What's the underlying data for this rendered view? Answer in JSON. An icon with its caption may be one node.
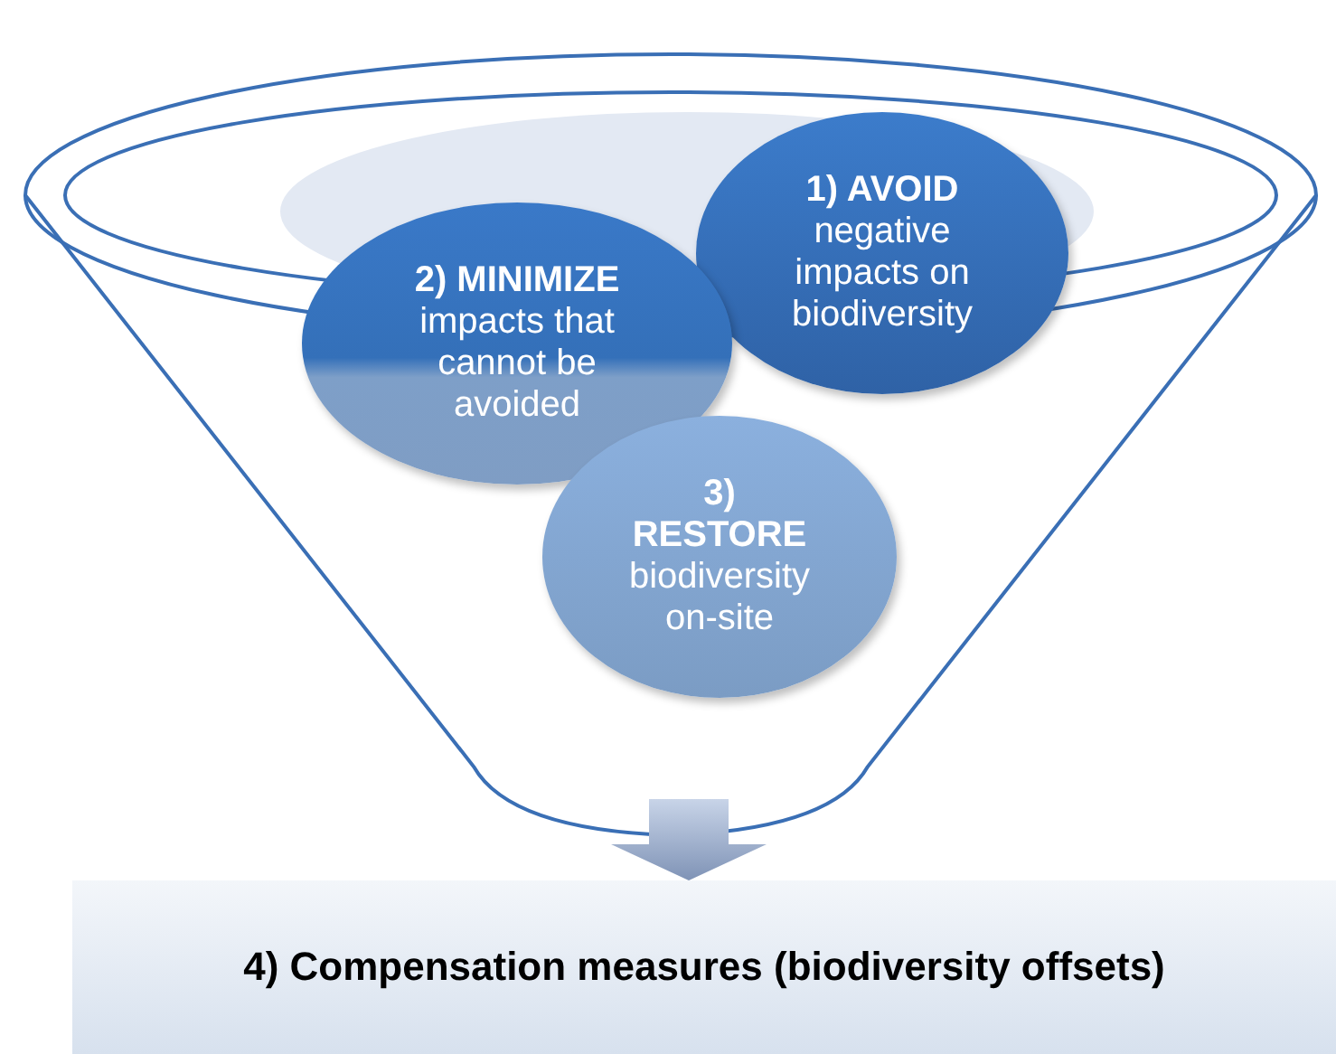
{
  "diagram": {
    "nodes": [
      {
        "text": [],
        "shape": "funnel"
      },
      {
        "text": [
          "1) AVOID",
          "negative impacts on biodiversity"
        ],
        "in": 0
      },
      {
        "text": [
          "2) MINIMIZE",
          "impacts that cannot be avoided"
        ],
        "in": 0
      },
      {
        "text": [
          "3) RESTORE",
          "biodiversity on-site"
        ],
        "in": 0
      },
      {
        "text": [
          "4) Compensation measures (biodiversity offsets)"
        ]
      }
    ],
    "edges": [
      {
        "from": 0,
        "to": 4,
        "arrow": "to",
        "style": "thick"
      }
    ]
  }
}
